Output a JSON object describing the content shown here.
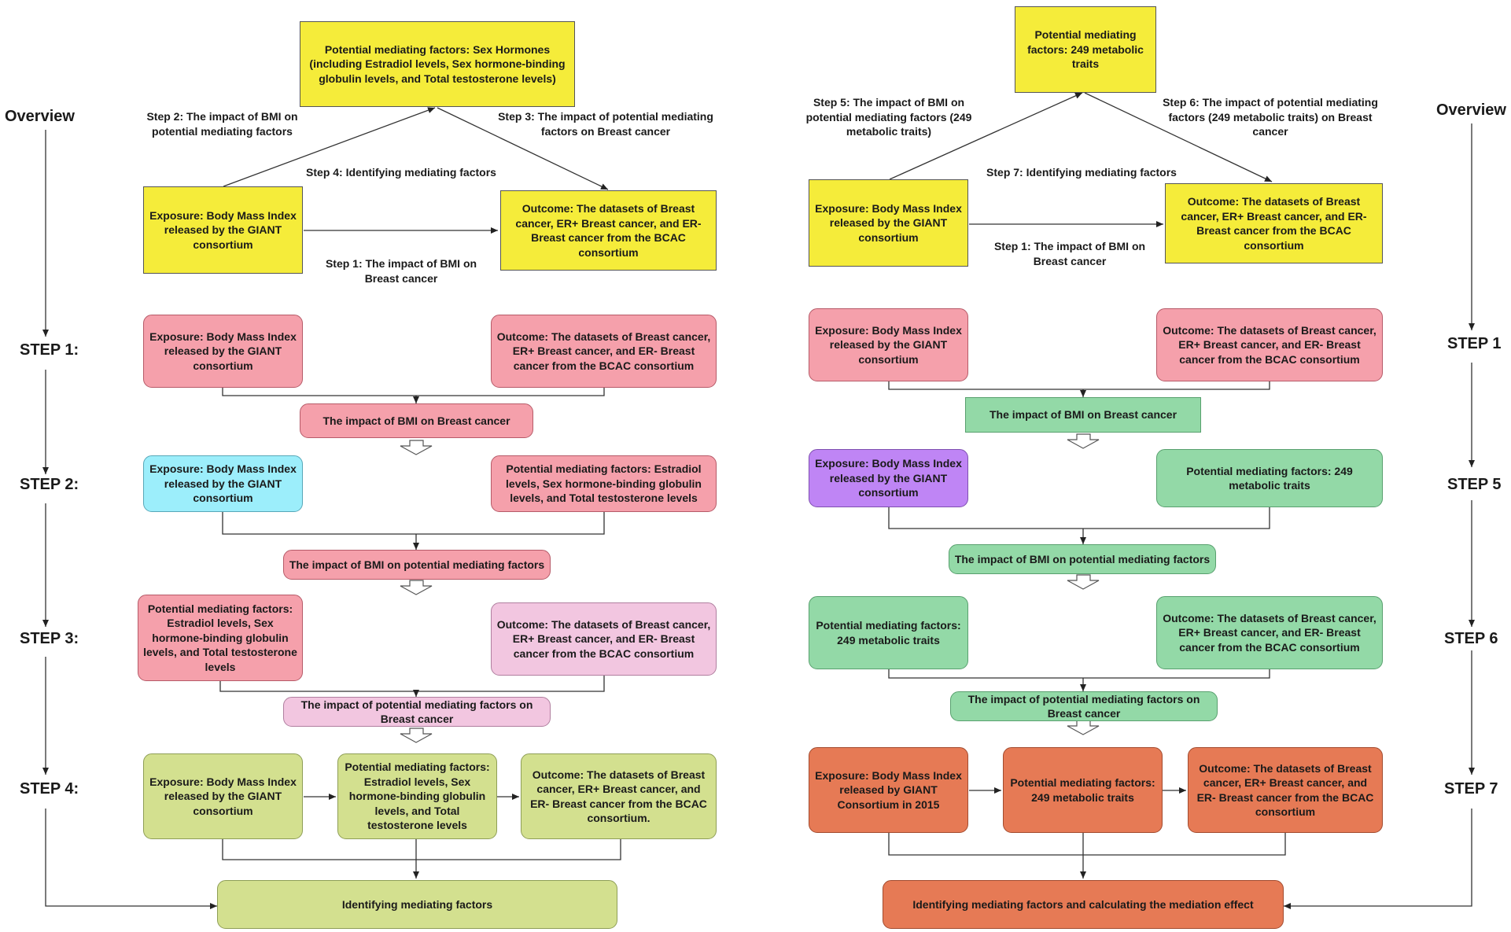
{
  "left": {
    "overview": "Overview",
    "steps": [
      "STEP 1:",
      "STEP 2:",
      "STEP 3:",
      "STEP 4:"
    ],
    "top": {
      "mediators": "Potential mediating factors: Sex Hormones (including Estradiol levels, Sex hormone-binding globulin levels, and Total testosterone levels)",
      "exposure": "Exposure: Body Mass Index released by the GIANT consortium",
      "outcome": "Outcome: The datasets of Breast cancer, ER+ Breast cancer, and ER- Breast cancer from the BCAC consortium",
      "step2_label": "Step 2: The impact of BMI on potential mediating factors",
      "step3_label": "Step 3: The impact of potential mediating factors on Breast cancer",
      "step4_label": "Step 4: Identifying mediating factors",
      "step1_label": "Step 1: The impact of BMI on Breast cancer"
    },
    "s1": {
      "a": "Exposure: Body Mass Index released by the GIANT consortium",
      "b": "Outcome: The datasets of Breast cancer, ER+ Breast cancer, and ER- Breast cancer from the BCAC consortium",
      "r": "The impact of BMI on Breast cancer"
    },
    "s2": {
      "a": "Exposure: Body Mass Index released by the GIANT consortium",
      "b": "Potential mediating factors: Estradiol levels, Sex hormone-binding globulin levels, and Total testosterone levels",
      "r": "The impact of BMI on potential mediating factors"
    },
    "s3": {
      "a": "Potential mediating factors: Estradiol levels, Sex hormone-binding globulin levels, and Total testosterone levels",
      "b": "Outcome: The datasets of Breast cancer, ER+ Breast cancer, and ER- Breast cancer from the BCAC consortium",
      "r": "The impact of potential mediating factors on Breast cancer"
    },
    "s4": {
      "a": "Exposure: Body Mass Index released by the GIANT consortium",
      "b": "Potential mediating factors: Estradiol levels, Sex hormone-binding globulin levels, and Total testosterone levels",
      "c": "Outcome: The datasets of Breast cancer, ER+ Breast cancer, and ER- Breast cancer from the BCAC consortium.",
      "r": "Identifying mediating factors"
    }
  },
  "right": {
    "overview": "Overview",
    "steps": [
      "STEP 1",
      "STEP 5",
      "STEP 6",
      "STEP 7"
    ],
    "top": {
      "mediators": "Potential mediating factors: 249 metabolic traits",
      "exposure": "Exposure: Body Mass Index released by the GIANT consortium",
      "outcome": "Outcome: The datasets of Breast cancer, ER+ Breast cancer, and ER- Breast cancer from the BCAC consortium",
      "step5_label": "Step 5: The impact of BMI on potential mediating factors (249 metabolic traits)",
      "step6_label": "Step 6: The impact of potential mediating factors (249 metabolic traits) on Breast cancer",
      "step7_label": "Step 7: Identifying mediating factors",
      "step1_label": "Step 1: The impact of BMI on Breast cancer"
    },
    "s1": {
      "a": "Exposure: Body Mass Index released by the GIANT consortium",
      "b": "Outcome: The datasets of Breast cancer, ER+ Breast cancer, and ER- Breast cancer from the BCAC consortium",
      "r": "The impact of BMI on Breast cancer"
    },
    "s5": {
      "a": "Exposure: Body Mass Index released by the GIANT consortium",
      "b": "Potential mediating factors: 249 metabolic traits",
      "r": "The impact of BMI on potential mediating factors"
    },
    "s6": {
      "a": "Potential mediating factors: 249 metabolic traits",
      "b": "Outcome: The datasets of Breast cancer, ER+ Breast cancer, and ER- Breast cancer from the BCAC consortium",
      "r": "The impact of potential mediating factors on Breast cancer"
    },
    "s7": {
      "a": "Exposure: Body Mass Index released by GIANT Consortium in 2015",
      "b": "Potential mediating factors: 249 metabolic traits",
      "c": "Outcome: The datasets of Breast cancer, ER+ Breast cancer, and ER- Breast cancer from the BCAC consortium",
      "r": "Identifying mediating factors and calculating the mediation effect"
    }
  }
}
